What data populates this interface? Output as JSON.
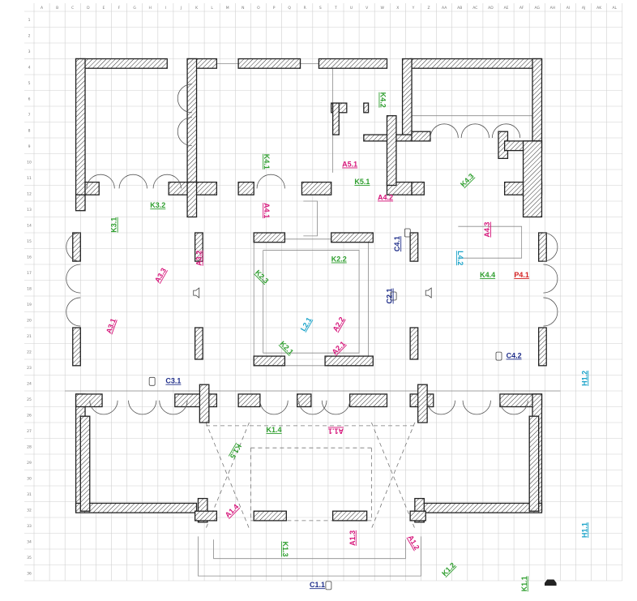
{
  "colors": {
    "K": "#2e9e2e",
    "A": "#d6157a",
    "C": "#1f2e8a",
    "H": "#1aa3c9",
    "I": "#1aa3c9",
    "P": "#d42020",
    "wall": "#222222",
    "grid": "#d0d0d0"
  },
  "grid": {
    "columns": [
      "A",
      "B",
      "C",
      "D",
      "E",
      "F",
      "G",
      "H",
      "I",
      "J",
      "K",
      "L",
      "M",
      "N",
      "O",
      "P",
      "Q",
      "R",
      "S",
      "T",
      "U",
      "V",
      "W",
      "X",
      "Y",
      "Z",
      "AA",
      "AB",
      "AC",
      "AD",
      "AE",
      "AF",
      "AG",
      "AH",
      "AI",
      "AJ",
      "AK",
      "AL"
    ],
    "rows": [
      "1",
      "2",
      "3",
      "4",
      "5",
      "6",
      "7",
      "8",
      "9",
      "10",
      "11",
      "12",
      "13",
      "14",
      "15",
      "16",
      "17",
      "18",
      "19",
      "20",
      "21",
      "22",
      "23",
      "24",
      "25",
      "26",
      "27",
      "28",
      "29",
      "30",
      "31",
      "32",
      "33",
      "34",
      "35",
      "36"
    ]
  },
  "labels": [
    {
      "text": "K4.2",
      "type": "K",
      "col": 22.5,
      "row": 5.6,
      "rot": 90
    },
    {
      "text": "K4.1",
      "type": "K",
      "col": 15,
      "row": 9.5,
      "rot": 90
    },
    {
      "text": "A5.1",
      "type": "A",
      "col": 20.4,
      "row": 9.7,
      "rot": 0
    },
    {
      "text": "K5.1",
      "type": "K",
      "col": 21.2,
      "row": 10.8,
      "rot": 0
    },
    {
      "text": "A4.2",
      "type": "A",
      "col": 22.7,
      "row": 11.8,
      "rot": 0
    },
    {
      "text": "K4.3",
      "type": "K",
      "col": 28,
      "row": 10.7,
      "rot": -45
    },
    {
      "text": "K3.2",
      "type": "K",
      "col": 8,
      "row": 12.3,
      "rot": 0
    },
    {
      "text": "A4.1",
      "type": "A",
      "col": 15,
      "row": 12.6,
      "rot": 90
    },
    {
      "text": "K3.1",
      "type": "K",
      "col": 5.2,
      "row": 13.5,
      "rot": -90
    },
    {
      "text": "A4.3",
      "type": "A",
      "col": 29.3,
      "row": 13.8,
      "rot": -90
    },
    {
      "text": "C4.1",
      "type": "C",
      "col": 23.5,
      "row": 14.7,
      "rot": -90
    },
    {
      "text": "A3.2",
      "type": "A",
      "col": 10.7,
      "row": 15.6,
      "rot": -90
    },
    {
      "text": "L4.2",
      "type": "I",
      "col": 27.5,
      "row": 15.6,
      "rot": 90
    },
    {
      "text": "K2.2",
      "type": "K",
      "col": 19.7,
      "row": 15.7,
      "rot": 0
    },
    {
      "text": "A3.3",
      "type": "A",
      "col": 8.2,
      "row": 16.7,
      "rot": -60
    },
    {
      "text": "K2.3",
      "type": "K",
      "col": 14.7,
      "row": 16.8,
      "rot": 45
    },
    {
      "text": "K4.4",
      "type": "K",
      "col": 29.3,
      "row": 16.7,
      "rot": 0
    },
    {
      "text": "P4.1",
      "type": "P",
      "col": 31.5,
      "row": 16.7,
      "rot": 0
    },
    {
      "text": "C2.1",
      "type": "C",
      "col": 23,
      "row": 18,
      "rot": -90
    },
    {
      "text": "L2.1",
      "type": "I",
      "col": 17.6,
      "row": 19.8,
      "rot": -60
    },
    {
      "text": "A2.2",
      "type": "A",
      "col": 19.7,
      "row": 19.8,
      "rot": -60
    },
    {
      "text": "A3.1",
      "type": "A",
      "col": 5,
      "row": 19.9,
      "rot": -70
    },
    {
      "text": "K2.1",
      "type": "K",
      "col": 16.3,
      "row": 21.3,
      "rot": 45
    },
    {
      "text": "A2.1",
      "type": "A",
      "col": 19.7,
      "row": 21.3,
      "rot": -45
    },
    {
      "text": "C4.2",
      "type": "C",
      "col": 31,
      "row": 21.8,
      "rot": 0
    },
    {
      "text": "C3.1",
      "type": "C",
      "col": 9,
      "row": 23.4,
      "rot": 0
    },
    {
      "text": "H1.2",
      "type": "H",
      "col": 35.6,
      "row": 23.2,
      "rot": -90
    },
    {
      "text": "K1.4",
      "type": "K",
      "col": 15.5,
      "row": 26.5,
      "rot": 0
    },
    {
      "text": "A1.1",
      "type": "A",
      "col": 19.5,
      "row": 26.5,
      "rot": 180
    },
    {
      "text": "K1.5",
      "type": "K",
      "col": 13,
      "row": 27.8,
      "rot": 120
    },
    {
      "text": "A1.4",
      "type": "A",
      "col": 12.8,
      "row": 31.6,
      "rot": -45
    },
    {
      "text": "A1.3",
      "type": "A",
      "col": 20.6,
      "row": 33.3,
      "rot": -90
    },
    {
      "text": "A1.2",
      "type": "A",
      "col": 24.5,
      "row": 33.6,
      "rot": 60
    },
    {
      "text": "K1.3",
      "type": "K",
      "col": 16.2,
      "row": 34,
      "rot": 90
    },
    {
      "text": "H1.1",
      "type": "H",
      "col": 35.6,
      "row": 32.8,
      "rot": -90
    },
    {
      "text": "K1.2",
      "type": "K",
      "col": 26.8,
      "row": 35.3,
      "rot": -45
    },
    {
      "text": "C1.1",
      "type": "C",
      "col": 18.3,
      "row": 36.3,
      "rot": 0
    },
    {
      "text": "K1.1",
      "type": "K",
      "col": 31.7,
      "row": 36.2,
      "rot": -90
    }
  ]
}
